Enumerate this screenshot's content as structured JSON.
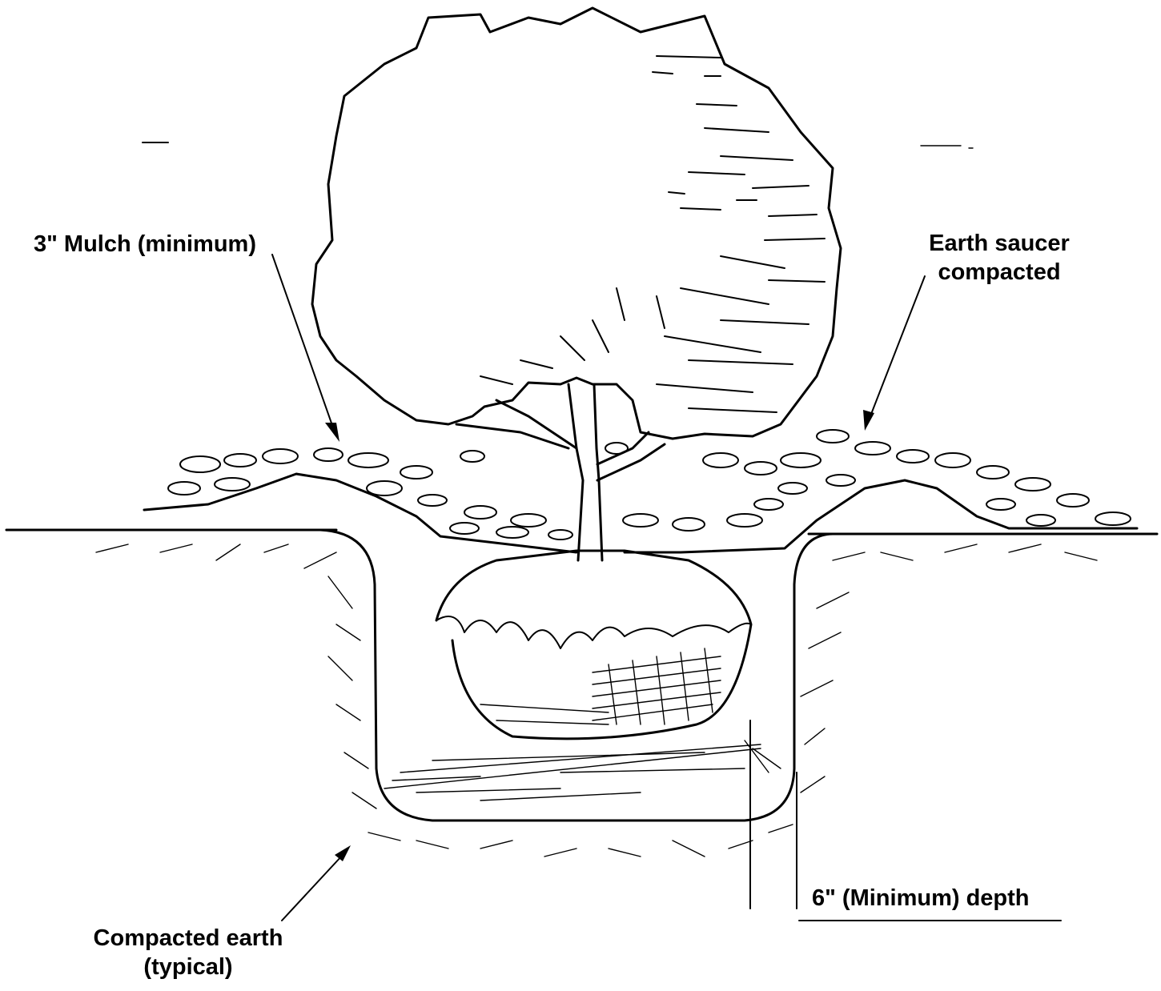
{
  "labels": {
    "mulch": "3\" Mulch (minimum)",
    "saucer_line1": "Earth saucer",
    "saucer_line2": "compacted",
    "compacted_line1": "Compacted earth",
    "compacted_line2": "(typical)",
    "depth": "6\" (Minimum) depth"
  },
  "colors": {
    "ink": "#000000",
    "paper": "#ffffff"
  }
}
